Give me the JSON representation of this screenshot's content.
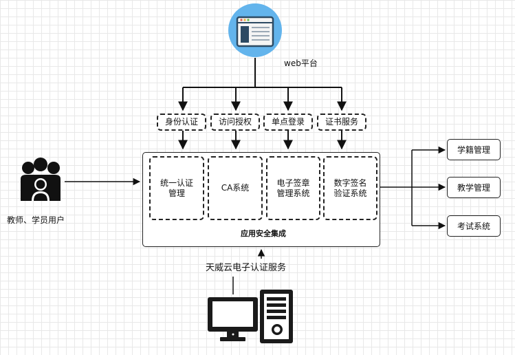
{
  "web_platform": {
    "label": "web平台"
  },
  "services": [
    "身份认证",
    "访问授权",
    "单点登录",
    "证书服务"
  ],
  "systems": [
    "统一认证\n管理",
    "CA系统",
    "电子签章\n管理系统",
    "数字签名\n验证系统"
  ],
  "integration": {
    "label": "应用安全集成"
  },
  "users": {
    "label": "教师、学员用户"
  },
  "provider": {
    "label": "天威云电子认证服务"
  },
  "apps": [
    "学籍管理",
    "教学管理",
    "考试系统"
  ],
  "colors": {
    "icon_bg": "#63b4ec",
    "ink": "#111111",
    "grid": "#e8e8e8"
  }
}
